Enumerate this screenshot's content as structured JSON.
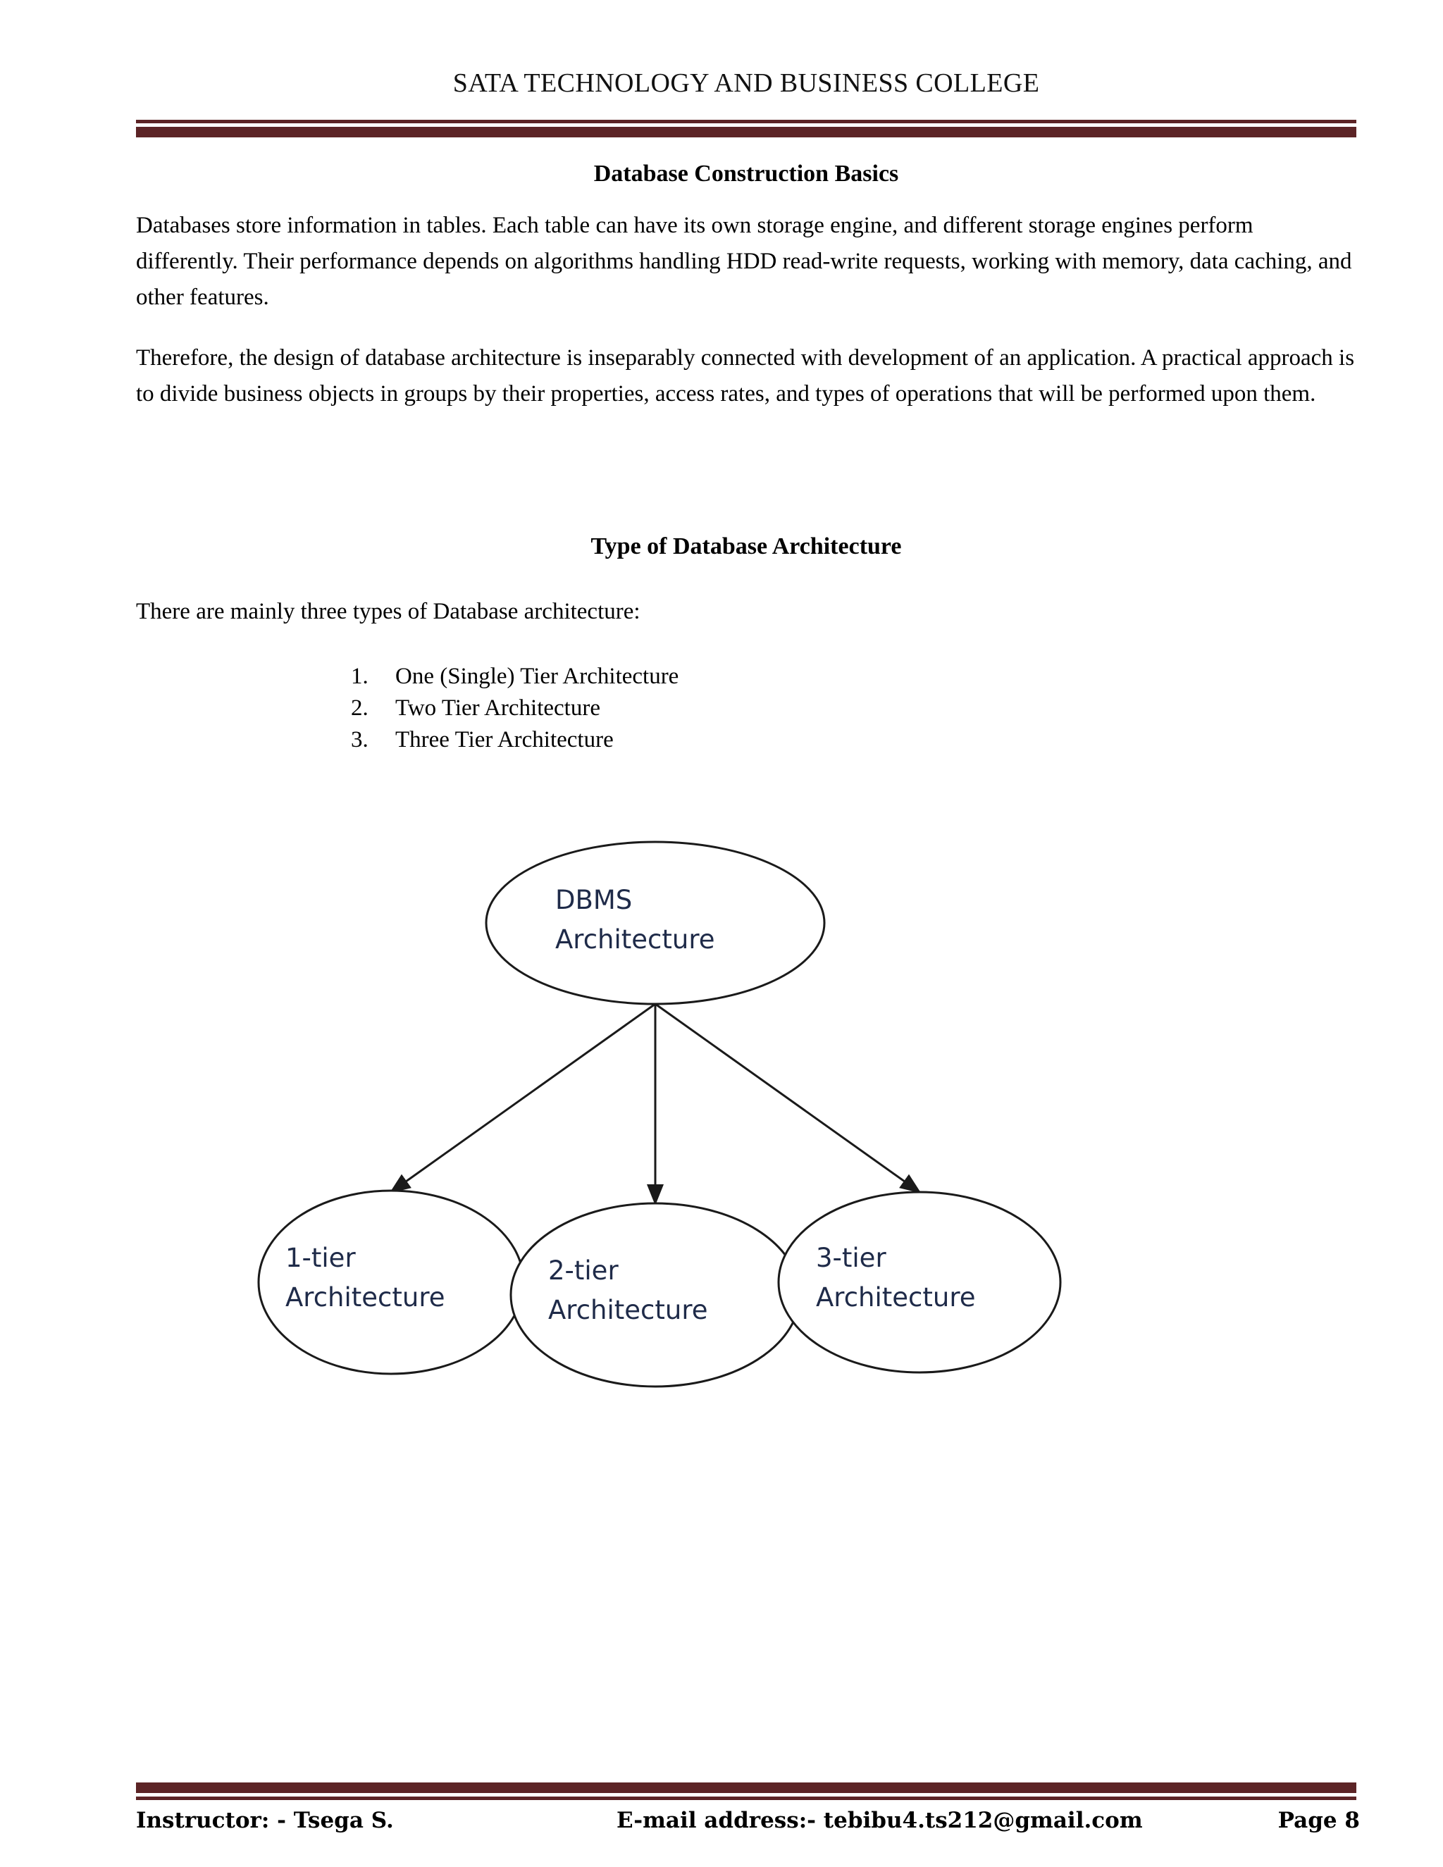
{
  "header": {
    "college_name": "SATA TECHNOLOGY AND BUSINESS COLLEGE",
    "rule_color": "#5C2426"
  },
  "content": {
    "title_1": "Database Construction Basics",
    "paragraph_1": "Databases store information in tables. Each table can have its own storage engine, and different storage engines perform differently. Their performance depends on algorithms handling HDD read-write requests, working with memory, data caching, and other features.",
    "paragraph_2": "Therefore, the design of database architecture is inseparably connected with development of an application. A practical approach is to divide business objects in groups by their properties, access rates, and types of operations that will be performed upon them.",
    "title_2": "Type of Database Architecture",
    "paragraph_3": "There are mainly three types of Database architecture:",
    "list": [
      {
        "num": "1.",
        "label": "One (Single) Tier Architecture"
      },
      {
        "num": "2.",
        "label": "Two Tier Architecture"
      },
      {
        "num": "3.",
        "label": "Three Tier Architecture"
      }
    ]
  },
  "diagram": {
    "type": "tree",
    "node_text_color": "#1F2B49",
    "edge_color": "#1A1A1A",
    "root": {
      "line1": "DBMS",
      "line2": "Architecture"
    },
    "children": [
      {
        "line1": "1-tier",
        "line2": "Architecture"
      },
      {
        "line1": "2-tier",
        "line2": "Architecture"
      },
      {
        "line1": "3-tier",
        "line2": "Architecture"
      }
    ]
  },
  "footer": {
    "instructor": "Instructor: - Tsega S.",
    "email": "E-mail address:- tebibu4.ts212@gmail.com",
    "page": "Page 8"
  }
}
